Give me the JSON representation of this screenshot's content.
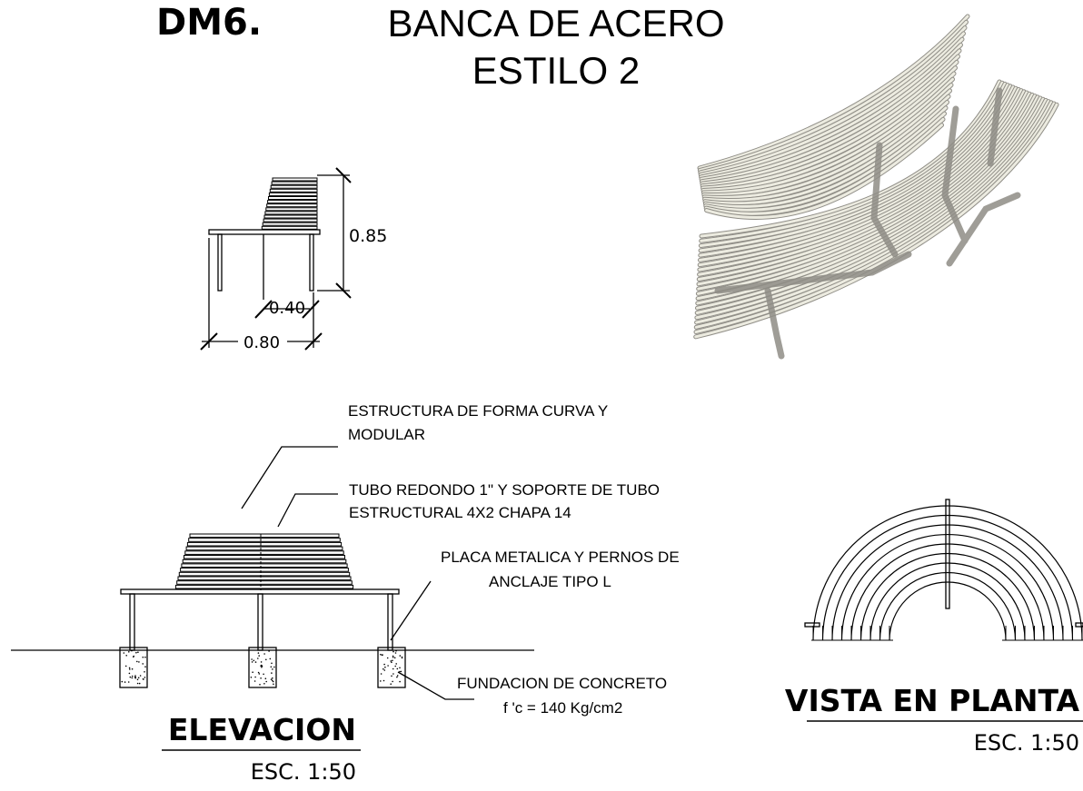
{
  "header": {
    "code": "DM6.",
    "title_line1": "BANCA DE ACERO",
    "title_line2": "ESTILO 2"
  },
  "section": {
    "height": "0.85",
    "seat_depth": "0.40",
    "width": "0.80"
  },
  "notes": {
    "structure_l1": "ESTRUCTURA DE FORMA CURVA Y",
    "structure_l2": "MODULAR",
    "tube_l1": "TUBO REDONDO 1\" Y SOPORTE DE TUBO",
    "tube_l2": "ESTRUCTURAL 4X2 CHAPA 14",
    "plate_l1": "PLACA METALICA Y PERNOS DE",
    "plate_l2": "ANCLAJE TIPO L",
    "foundation_l1": "FUNDACION DE CONCRETO",
    "foundation_l2": "f 'c = 140 Kg/cm2"
  },
  "views": {
    "elevation_title": "ELEVACION",
    "elevation_scale": "ESC. 1:50",
    "plan_title": "VISTA EN PLANTA",
    "plan_scale": "ESC. 1:50"
  },
  "colors": {
    "tube_fill": "#ecebe0",
    "tube_shadow": "#8f8d86"
  }
}
